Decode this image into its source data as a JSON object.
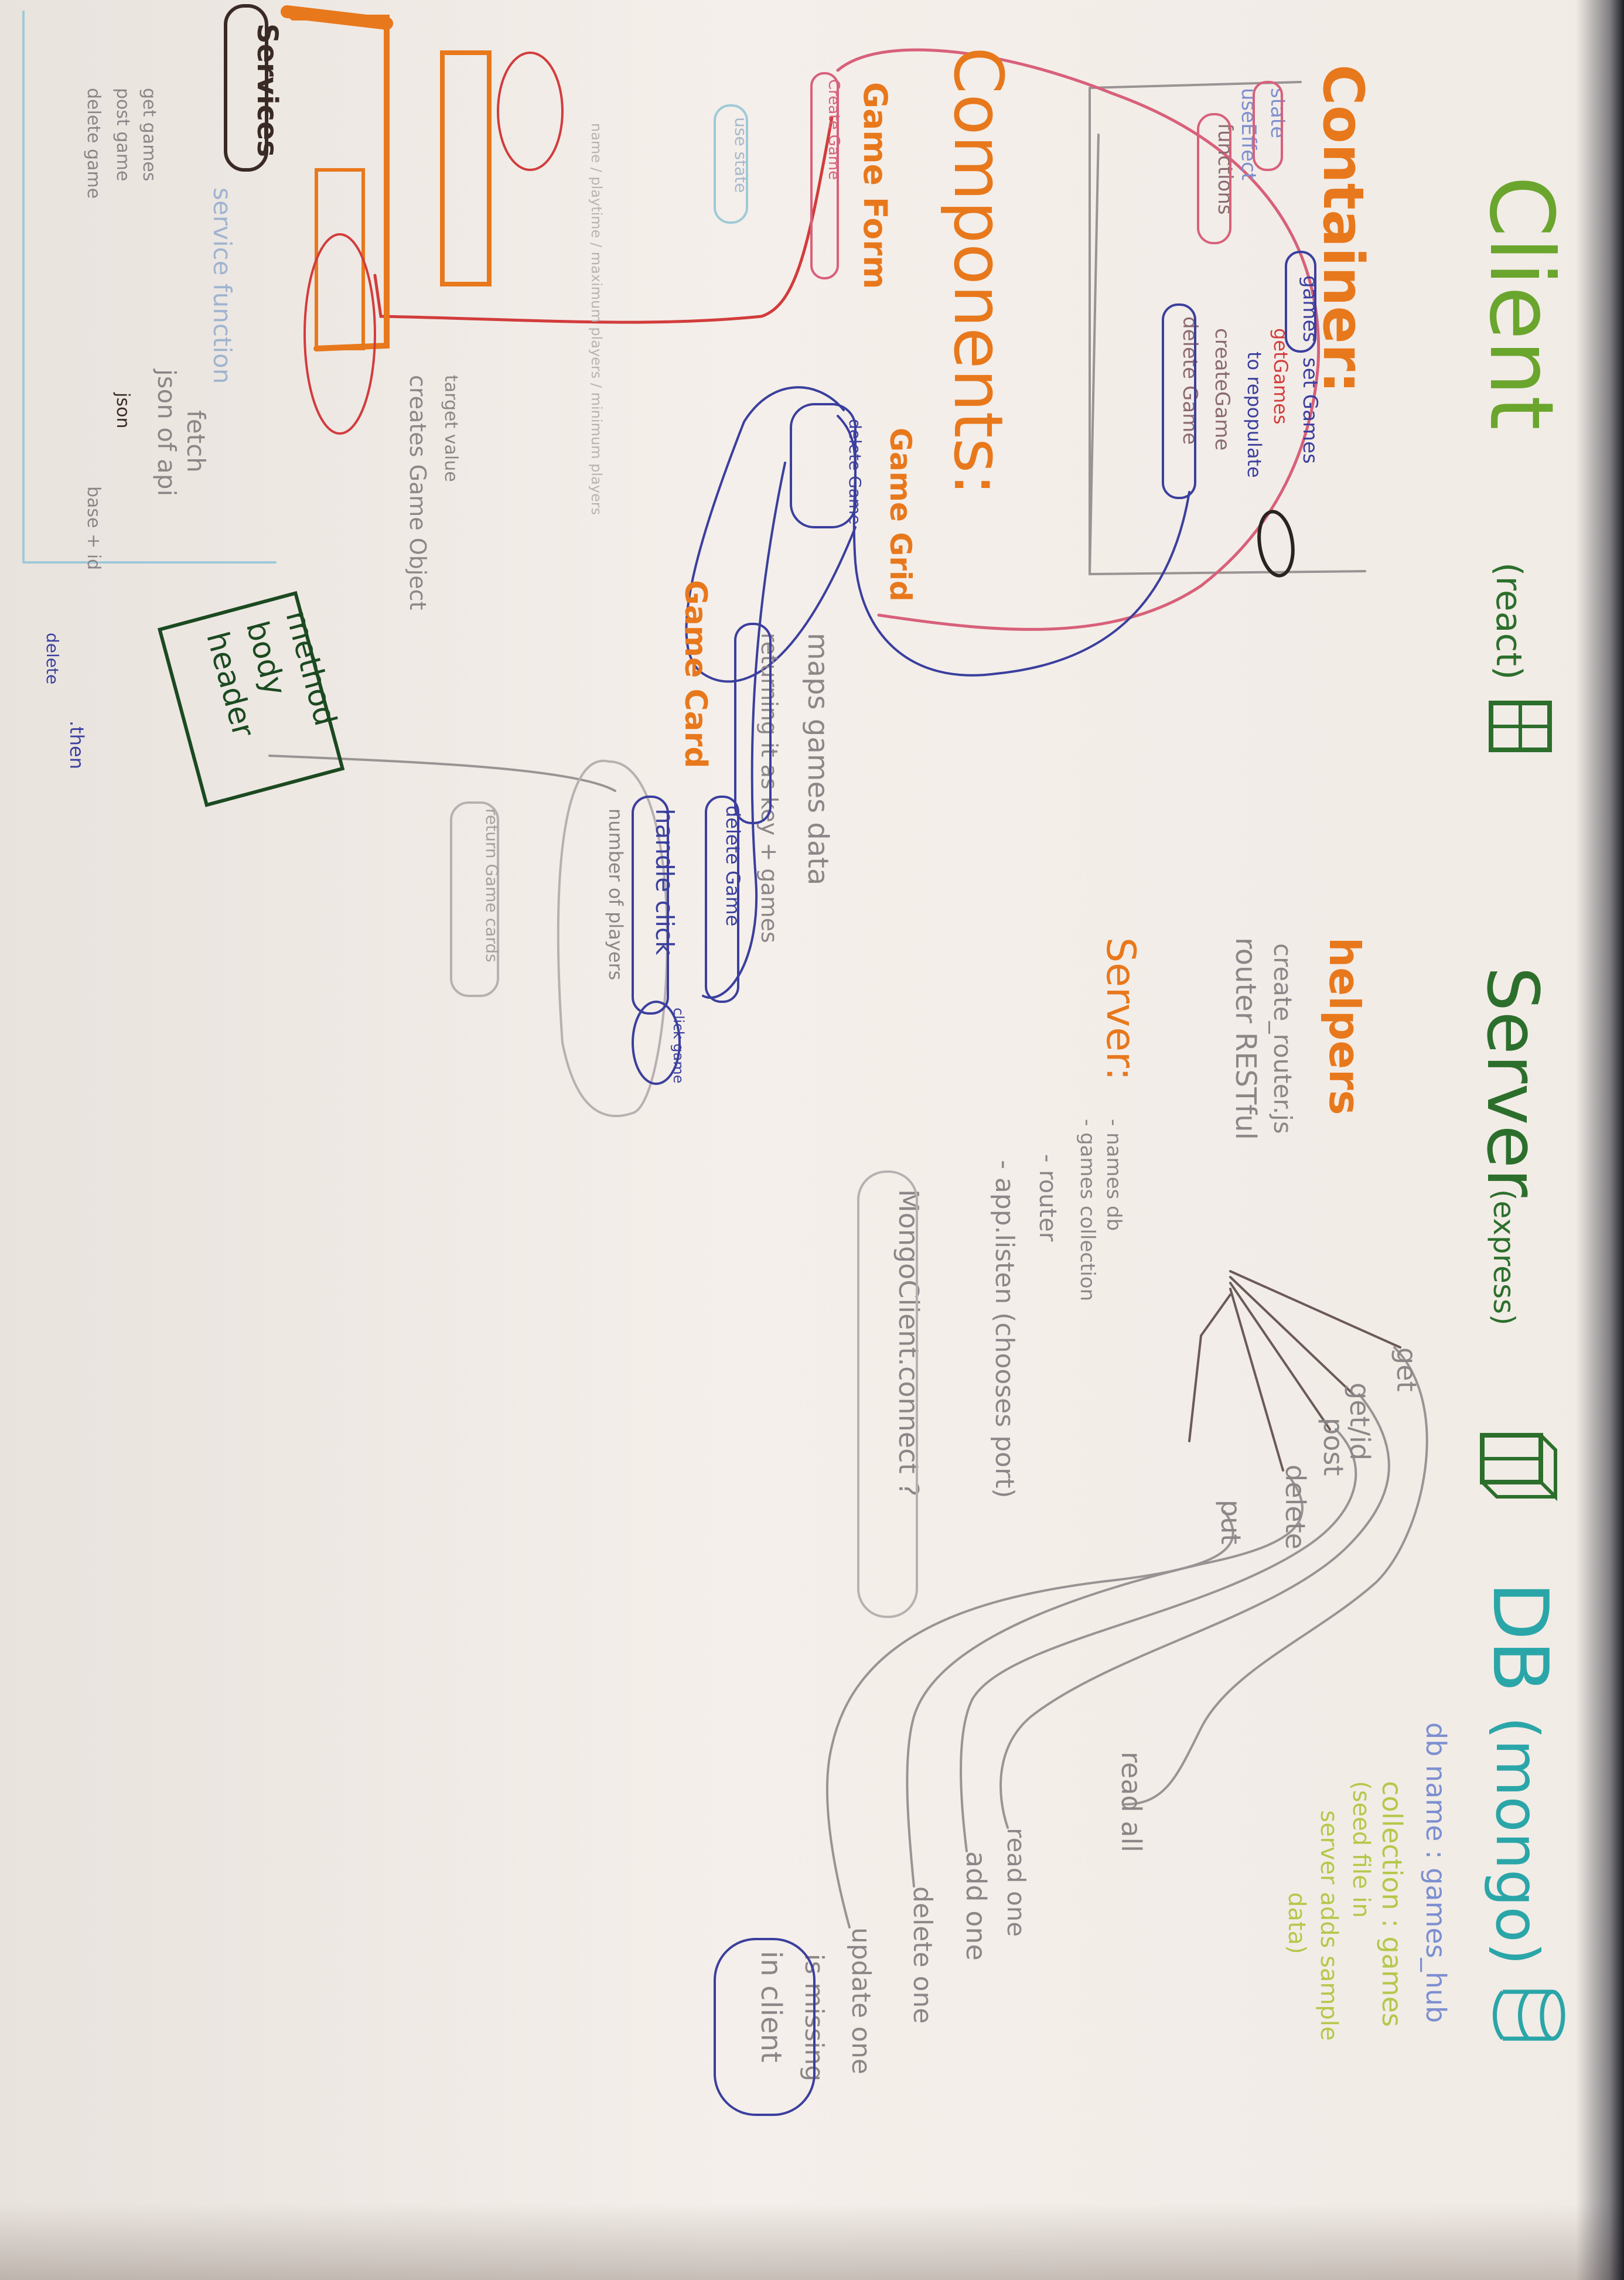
{
  "colors": {
    "client": "#6aa52d",
    "server": "#2c6f2c",
    "db": "#2aa6a8",
    "orange": "#e8781c",
    "red": "#d23c3c",
    "pink": "#d8607a",
    "blue": "#3b3f9e",
    "grey": "#8b8687",
    "lightblue": "#9fc9d8",
    "black": "#2a2320",
    "darkgreen": "#1b4a20"
  },
  "client": {
    "title": "Client",
    "subtitle": "(react)",
    "container_label": "Container:",
    "state": "state",
    "games": "games",
    "set_games": "set Games",
    "use_effect": "useEffect",
    "get_games": "getGames",
    "to_repopulate": "to repopulate",
    "functions": "functions",
    "create_game": "createGame",
    "delete_game": "delete Game",
    "components_label": "Components:",
    "game_form": "Game Form",
    "create_game_small": "Create Game",
    "game_grid": "Game Grid",
    "delete_game_short": "delete Game",
    "game_card": "Game Card",
    "maps_line1": "maps games data",
    "maps_line2": "returning it as key + games",
    "delete_game_card": "delete Game",
    "handle_click": "handle click",
    "click_game": "click game",
    "number_of_players": "number of players",
    "form_fields": "name / playtime / maximum players / minimum players",
    "use_state": "use state",
    "target_value": "target value",
    "creates_game_object": "creates Game Object",
    "return_game_cards": "return Game cards"
  },
  "services": {
    "title": "Services",
    "service_line": "service function",
    "fetch_line": "fetch",
    "json_of_api": "json of api",
    "get_games": "get games",
    "post_game": "post game",
    "delete_game": "delete game",
    "json": "json",
    "base_id": "base + id",
    "delete": "delete",
    "then": ".then",
    "box_method": "method",
    "box_body": "body",
    "box_header": "header"
  },
  "server": {
    "title": "Server",
    "subtitle": "(express)",
    "helpers_label": "helpers",
    "create_router": "create_router.js",
    "router_restful": "router RESTful",
    "routes": [
      "get",
      "get/id",
      "post",
      "delete",
      "put"
    ],
    "server_label": "Server:",
    "line_names_db": "- names db",
    "line_games_collection": "- games collection",
    "line_router": "- router",
    "line_app_listen": "- app.listen (chooses port)",
    "mongo_client": "MongoClient.connect ?"
  },
  "db": {
    "title": "DB",
    "subtitle": "(mongo)",
    "db_name": "db name : games_hub",
    "collection": "collection : games",
    "seed_line1": "(seed file in",
    "seed_line2": "server adds sample",
    "seed_line3": "data)",
    "ops": [
      "read all",
      "read one",
      "add one",
      "delete one",
      "update one"
    ],
    "is_missing_line1": "is missing",
    "is_missing_line2": "in client"
  }
}
